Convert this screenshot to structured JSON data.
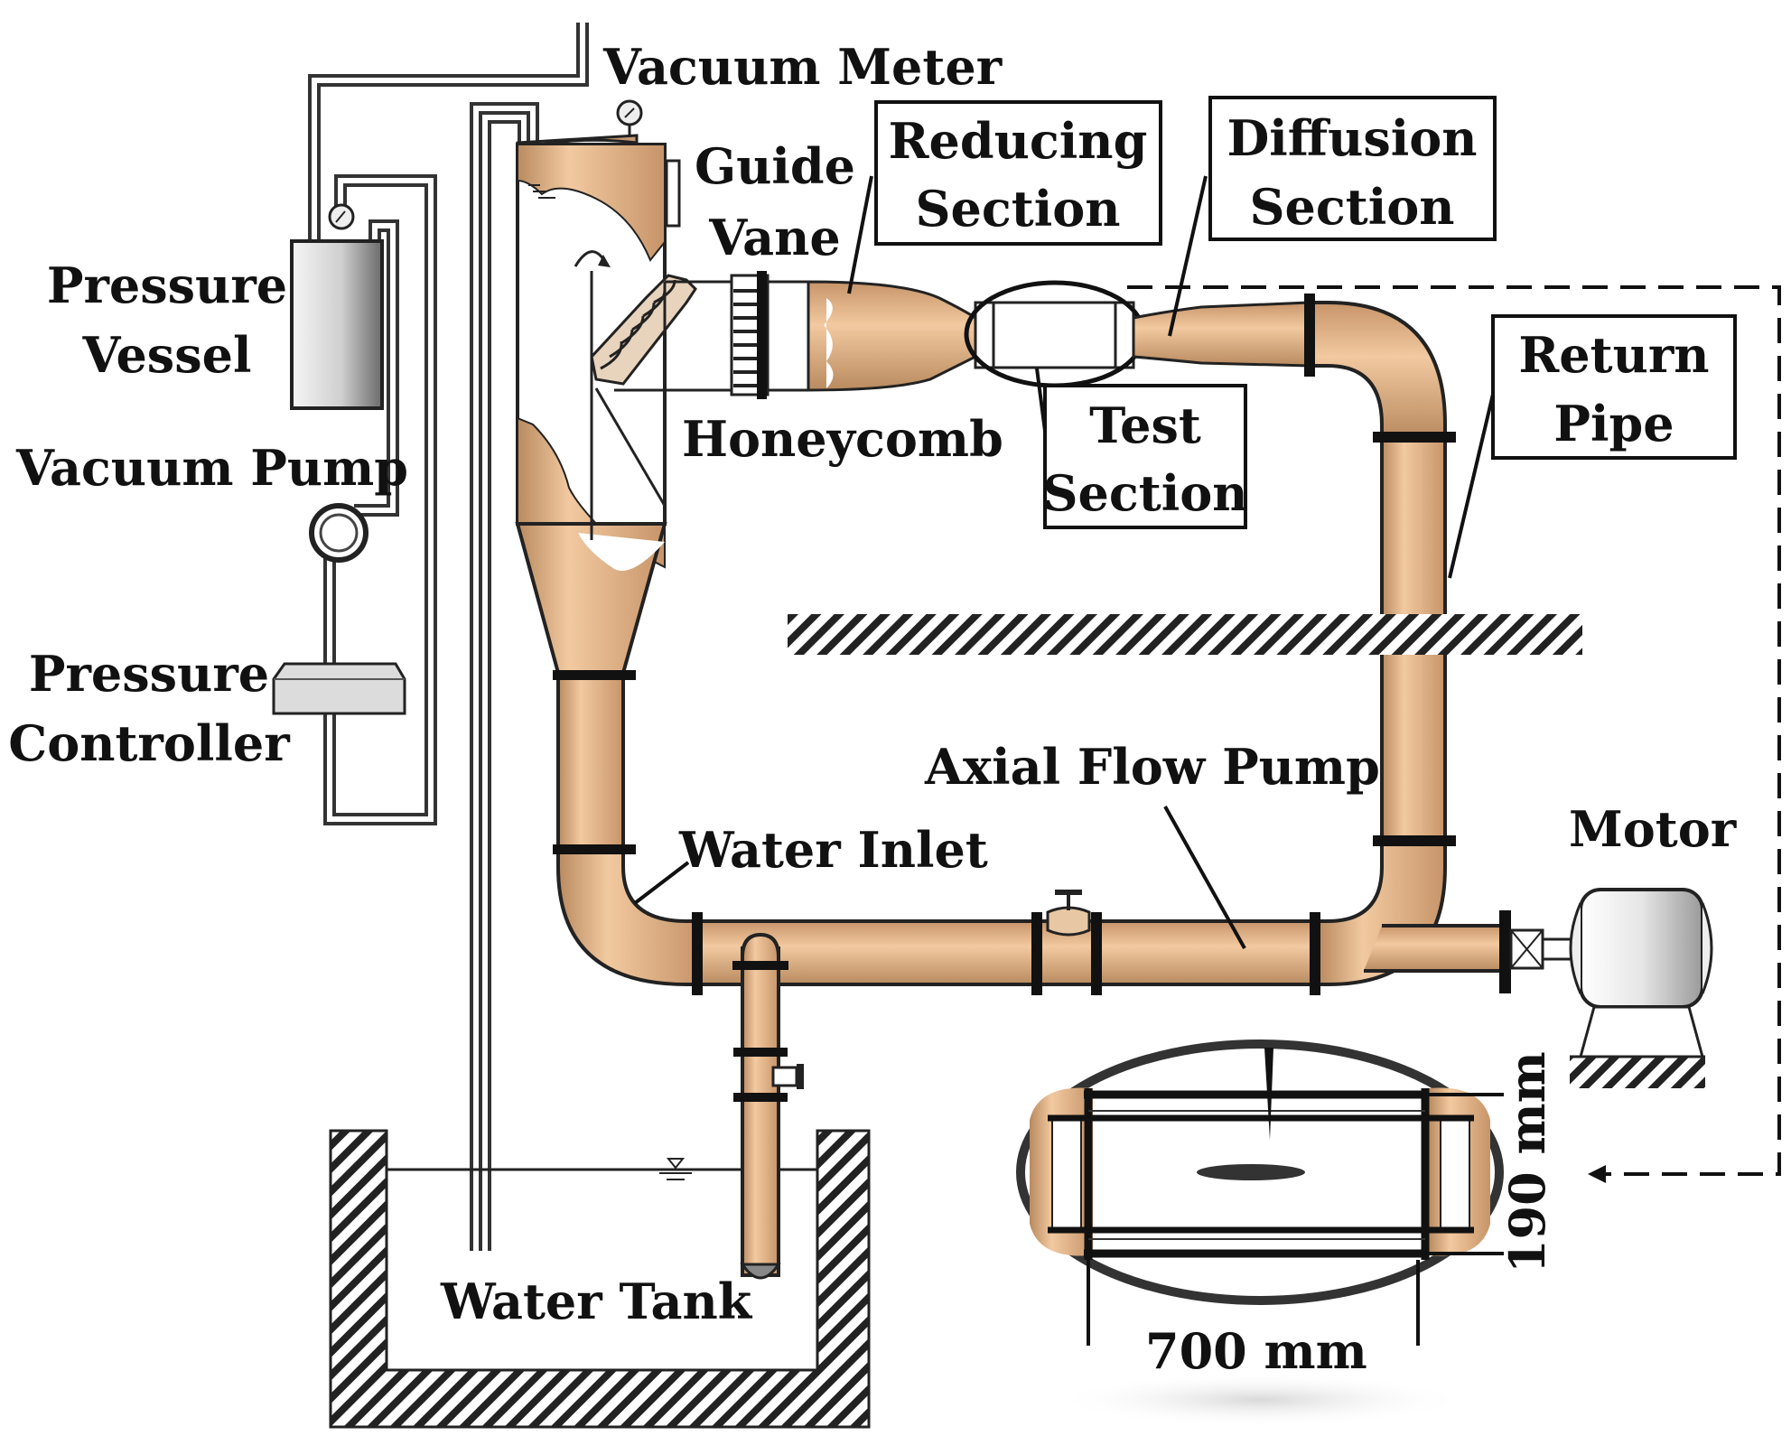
{
  "labels": {
    "vacuum_meter": "Vacuum Meter",
    "guide_vane": [
      "Guide",
      "Vane"
    ],
    "reducing_section": [
      "Reducing",
      "Section"
    ],
    "diffusion_section": [
      "Diffusion",
      "Section"
    ],
    "pressure_vessel": [
      "Pressure",
      "Vessel"
    ],
    "vacuum_pump": "Vacuum Pump",
    "honeycomb": "Honeycomb",
    "test_section": [
      "Test",
      "Section"
    ],
    "return_pipe": [
      "Return",
      "Pipe"
    ],
    "pressure_controller": [
      "Pressure",
      "Controller"
    ],
    "axial_flow_pump": "Axial Flow Pump",
    "water_inlet": "Water Inlet",
    "motor": "Motor",
    "water_tank": "Water Tank",
    "dim_length": "700 mm",
    "dim_height": "190 mm"
  },
  "colors": {
    "pipe_fill": "#E8B98C",
    "pipe_stroke": "#1a1a1a",
    "flange": "#111111",
    "hatch": "#222222",
    "vessel_light": "#f4f4f4",
    "vessel_dark": "#6e6e6e"
  }
}
